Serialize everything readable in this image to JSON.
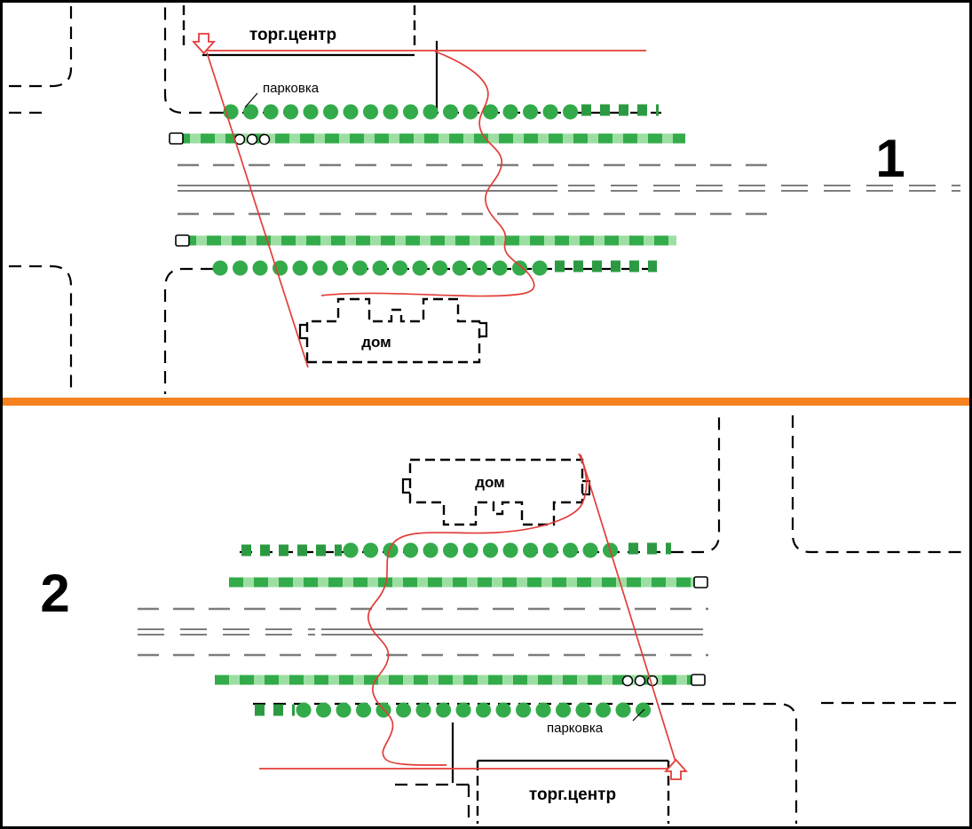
{
  "meta": {
    "type": "urban-planning-sketch",
    "panels": 2
  },
  "colors": {
    "outline": "#000000",
    "road": "#7d7d7d",
    "tree": "#33ab4a",
    "tree_dark": "#2c9a42",
    "hedge_light": "#9ddfa3",
    "hedge_dark": "#33ab4a",
    "route": "#e23d38",
    "divider": "#f5821f",
    "paper": "#ffffff"
  },
  "scenario1": {
    "number": "1",
    "mall_label": "торг.центр",
    "parking_label": "парковка",
    "house_label": "дом"
  },
  "scenario2": {
    "number": "2",
    "mall_label": "торг.центр",
    "parking_label": "парковка",
    "house_label": "дом"
  }
}
